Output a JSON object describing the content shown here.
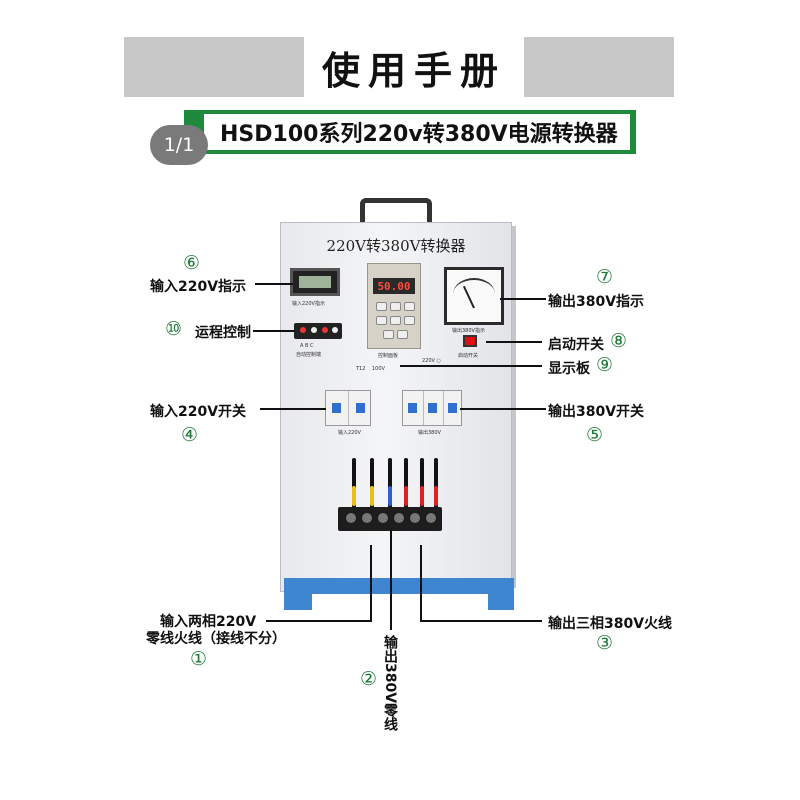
{
  "header": {
    "title": "使用手册",
    "subtitle": "HSD100系列220v转380V电源转换器",
    "page_indicator": "1/1"
  },
  "device": {
    "cabinet_title": "220V转380V转换器",
    "display_reading": "50.00",
    "panel_text": {
      "input_indicator": "输入220V指示",
      "output_indicator": "输出380V指示",
      "auto_control": "自动控制端",
      "start_switch": "启动开关",
      "controller": "控制面板",
      "input_breaker": "输入220V",
      "output_breaker": "输出380V",
      "abc": "A B C",
      "t12": "T12",
      "v220": "220V ○",
      "v100": "100V"
    }
  },
  "callouts": [
    {
      "num": "⑥",
      "label": "输入220V指示"
    },
    {
      "num": "⑩",
      "label": "运程控制"
    },
    {
      "num": "④",
      "label": "输入220V开关"
    },
    {
      "num": "⑦",
      "label": "输出380V指示"
    },
    {
      "num": "⑧",
      "label": "启动开关"
    },
    {
      "num": "⑨",
      "label": "显示板"
    },
    {
      "num": "⑤",
      "label": "输出380V开关"
    },
    {
      "num": "①",
      "label": "输入两相220V",
      "label2": "零线火线（接线不分）"
    },
    {
      "num": "②",
      "label": "输出380V零线"
    },
    {
      "num": "③",
      "label": "输出三相380V火线"
    }
  ],
  "colors": {
    "header_gray": "#c8c8c8",
    "title_green": "#1f8a3b",
    "callout_number_green": "#1f7a3a",
    "cabinet_base_blue": "#3f86d0",
    "display_red": "#ff4a3a"
  }
}
